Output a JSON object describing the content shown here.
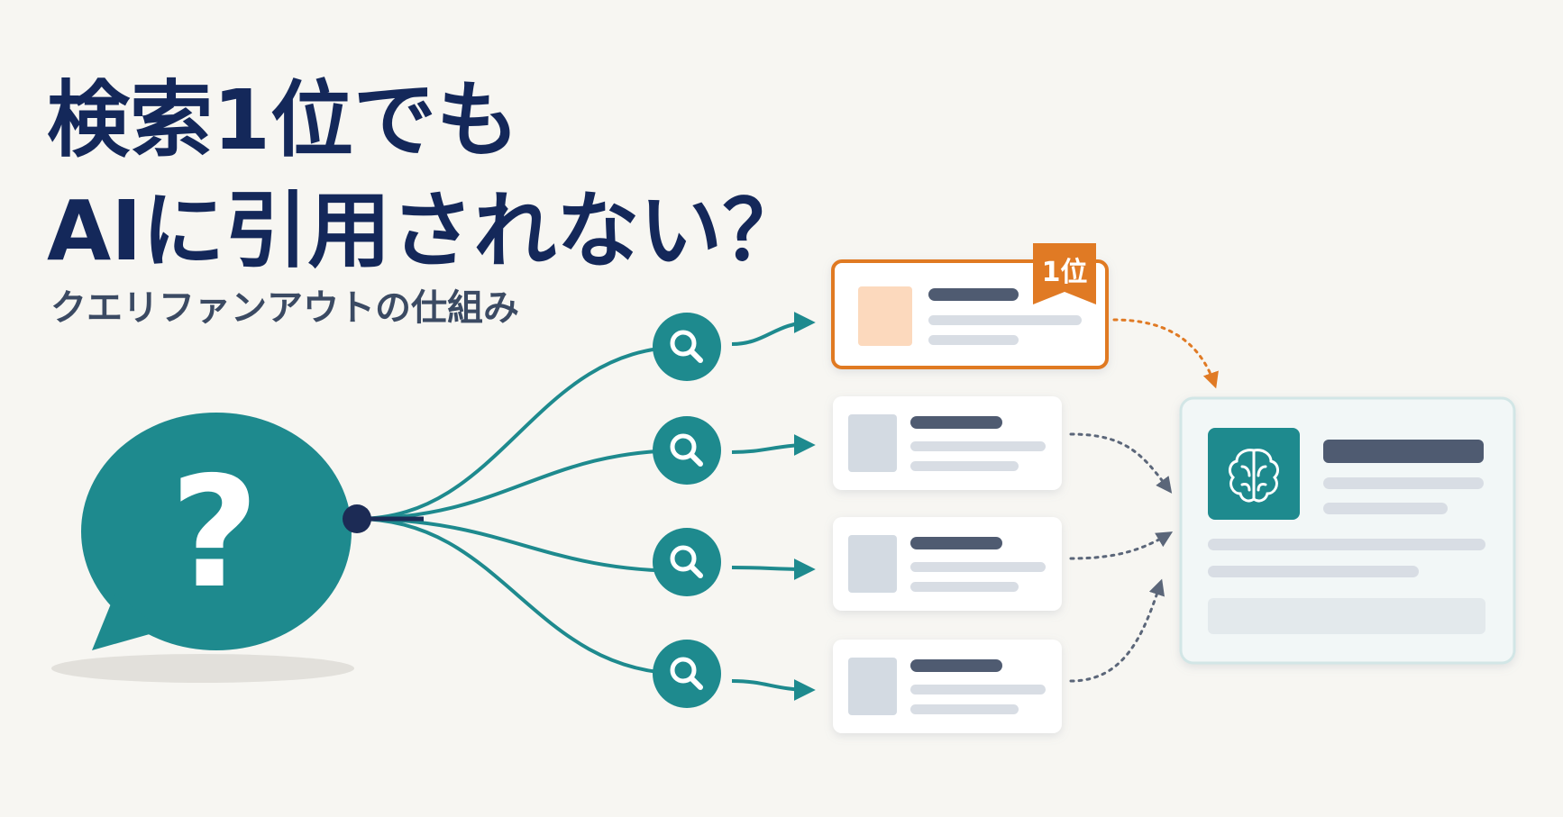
{
  "title": {
    "line1": "検索1位でも",
    "line2": "AIに引用されない？"
  },
  "subtitle": "クエリファンアウトの仕組み",
  "question_mark": "?",
  "rank_badge": "1位",
  "colors": {
    "navy": "#14285a",
    "teal": "#1e8a8e",
    "orange": "#e07a24",
    "gray_card": "#d3dae2",
    "bar_dark": "#4f5b71",
    "bar_light": "#d8dde4"
  },
  "icons": {
    "search": "search-icon",
    "brain": "brain-icon",
    "question": "speech-bubble-icon"
  }
}
